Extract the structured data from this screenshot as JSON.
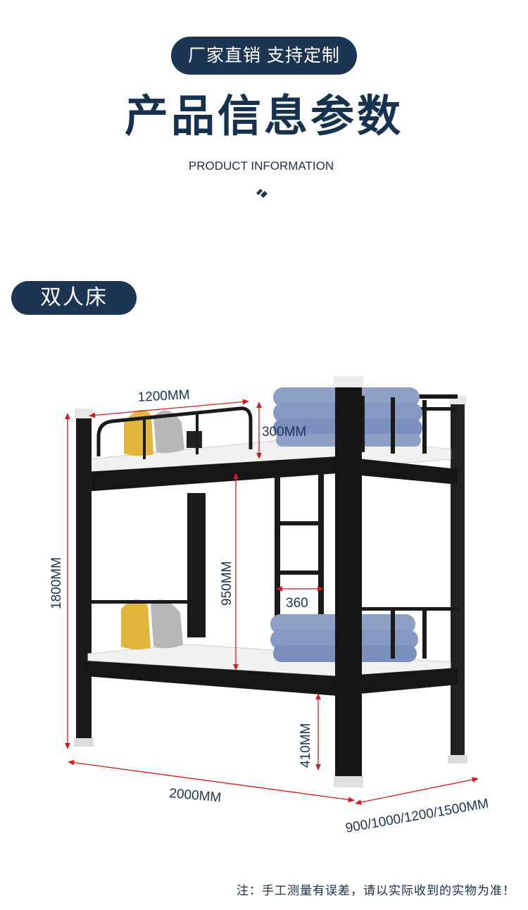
{
  "header": {
    "pill_text": "厂家直销 支持定制",
    "title": "产品信息参数",
    "subtitle": "PRODUCT INFORMATION",
    "divider_icon": "diamond-icon"
  },
  "product": {
    "type_label": "双人床"
  },
  "dimensions": {
    "width_top": "1200MM",
    "guard_height": "300MM",
    "total_height": "1800MM",
    "bunk_gap": "950MM",
    "ladder_width": "360",
    "floor_clearance": "410MM",
    "length": "2000MM",
    "depth_options": "900/1000/1200/1500MM"
  },
  "colors": {
    "navy": "#1c3553",
    "frame": "#141414",
    "dimension_line": "#d3191c",
    "blanket": "#8ea0c6"
  },
  "footer": {
    "note": "注：手工测量有误差，请以实际收到的实物为准！"
  }
}
